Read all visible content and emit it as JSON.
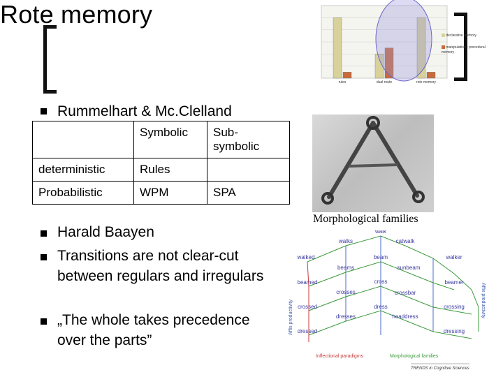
{
  "title": "Rote memory",
  "chart_data": {
    "type": "bar",
    "categories": [
      "rules",
      "dual route",
      "rote memory"
    ],
    "series": [
      {
        "name": "declarative memory",
        "values": [
          10,
          4,
          10
        ]
      },
      {
        "name": "manipulation - procedural memory",
        "values": [
          1,
          5,
          1
        ]
      }
    ],
    "ylim": [
      0,
      12
    ],
    "colors": {
      "declarative": "#d8d29a",
      "procedural": "#c96a3a"
    },
    "legend": "right",
    "grid": true
  },
  "bullets": [
    {
      "text": "Rummelhart & Mc.Clelland"
    },
    {
      "text": "Harald Baayen"
    },
    {
      "text": "Transitions are not clear-cut between regulars and irregulars"
    },
    {
      "text": "„The whole takes precedence over the parts”"
    }
  ],
  "table": {
    "header": [
      "",
      "Symbolic",
      "Sub-symbolic"
    ],
    "rows": [
      [
        "deterministic",
        "Rules",
        ""
      ],
      [
        "Probabilistic",
        "WPM",
        "SPA"
      ]
    ]
  },
  "photo_caption": "Morphological families",
  "diagram": {
    "words": [
      "walk",
      "walks",
      "catwalk",
      "walked",
      "beam",
      "walker",
      "beams",
      "sunbeam",
      "beamed",
      "cross",
      "beamer",
      "crosses",
      "crossbar",
      "crossed",
      "dress",
      "crossing",
      "dresses",
      "headdress",
      "dressed",
      "dressing"
    ],
    "axis_left": "Affix productivity",
    "axis_right": "Affix productivity",
    "legend_left": "Inflectional paradigms",
    "legend_right": "Morphological families",
    "source": "TRENDS in Cognitive Sciences"
  }
}
